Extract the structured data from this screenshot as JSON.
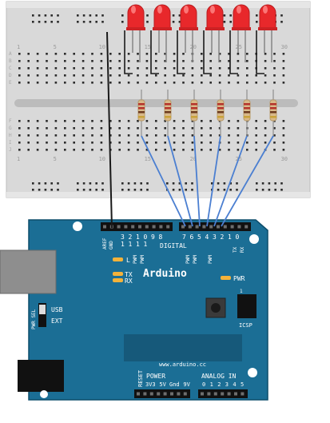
{
  "breadboard": {
    "top_numbers": [
      "1",
      "5",
      "10",
      "15",
      "20",
      "25",
      "30"
    ],
    "bottom_numbers": [
      "1",
      "5",
      "10",
      "15",
      "20",
      "25",
      "30"
    ],
    "row_letters_top": [
      "A",
      "B",
      "C",
      "D",
      "E"
    ],
    "row_letters_bottom": [
      "F",
      "G",
      "H",
      "I",
      "J"
    ]
  },
  "components": {
    "led_count": 6,
    "led_color": "#e8282b",
    "resistor_count": 6
  },
  "arduino": {
    "name": "Arduino",
    "url": "www.arduino.cc",
    "digital_label": "DIGITAL",
    "digital_pins": [
      "7",
      "6",
      "5",
      "4",
      "3",
      "2",
      "1",
      "0"
    ],
    "upper_pins": [
      "3",
      "2",
      "1",
      "0",
      "9",
      "8"
    ],
    "upper_pins_second_row": [
      "1",
      "1",
      "1",
      "1"
    ],
    "aref_label": "AREF",
    "gnd_label": "GND",
    "tx_label": "TX",
    "rx_label": "RX",
    "l_label": "L",
    "pwr_label": "PWR",
    "pwr_sel_label": "PWR SEL",
    "usb_label": "USB",
    "ext_label": "EXT",
    "icsp_label": "ICSP",
    "icsp_pin_label": "1",
    "power_label": "POWER",
    "reset_label": "RESET",
    "power_pins": [
      "3V3",
      "5V",
      "Gnd",
      "9V"
    ],
    "analog_label": "ANALOG IN",
    "analog_pins": [
      "0",
      "1",
      "2",
      "3",
      "4",
      "5"
    ],
    "pwm_label": "PWM",
    "txrx_pin_labels": [
      "TX",
      "RX"
    ],
    "board_color": "#1b6e95"
  }
}
